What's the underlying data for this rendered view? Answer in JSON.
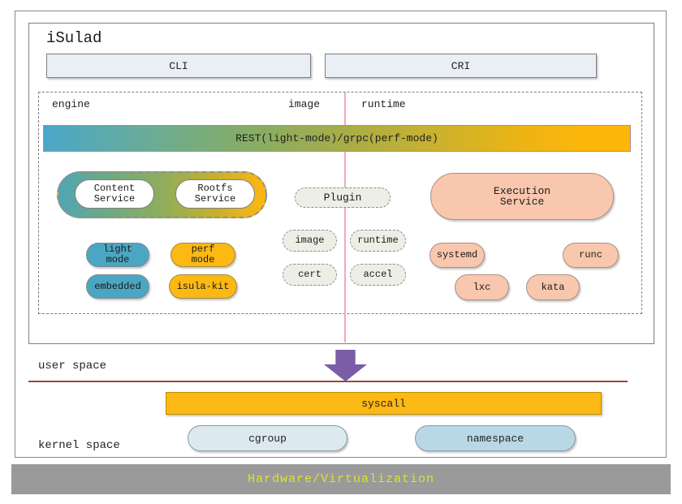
{
  "diagram": {
    "title": "iSulad",
    "interfaces": [
      {
        "label": "CLI"
      },
      {
        "label": "CRI"
      }
    ],
    "section_labels": {
      "engine": "engine",
      "image": "image",
      "runtime": "runtime"
    },
    "rest_bar_label": "REST(light-mode)/grpc(perf-mode)",
    "engine_section": {
      "services": [
        {
          "label": "Content\nService"
        },
        {
          "label": "Rootfs\nService"
        }
      ],
      "modes": [
        {
          "label": "light\nmode"
        },
        {
          "label": "perf\nmode"
        },
        {
          "label": "embedded"
        },
        {
          "label": "isula-kit"
        }
      ]
    },
    "image_section": {
      "plugin_label": "Plugin",
      "plugins": [
        {
          "label": "image"
        },
        {
          "label": "runtime"
        },
        {
          "label": "cert"
        },
        {
          "label": "accel"
        }
      ]
    },
    "runtime_section": {
      "service_label": "Execution\nService",
      "runtimes": [
        {
          "label": "systemd"
        },
        {
          "label": "runc"
        },
        {
          "label": "lxc"
        },
        {
          "label": "kata"
        }
      ]
    },
    "spaces": {
      "user": "user space",
      "kernel": "kernel space"
    },
    "kernel_section": {
      "syscall_label": "syscall",
      "features": [
        {
          "label": "cgroup"
        },
        {
          "label": "namespace"
        }
      ]
    },
    "hardware_label": "Hardware/Virtualization"
  },
  "colors": {
    "teal": "#4BA6C3",
    "amber": "#FCB813",
    "salmon": "#F9C7AE",
    "plugin_bg": "#EDEFE6",
    "interface_bg": "#E9EFF5",
    "arrow_purple": "#7A5DA6",
    "pink_divider": "#F2A7BE",
    "red_divider": "#9E4245",
    "hardware_bg": "#9A9A9A",
    "hardware_text": "#DCE32F"
  }
}
